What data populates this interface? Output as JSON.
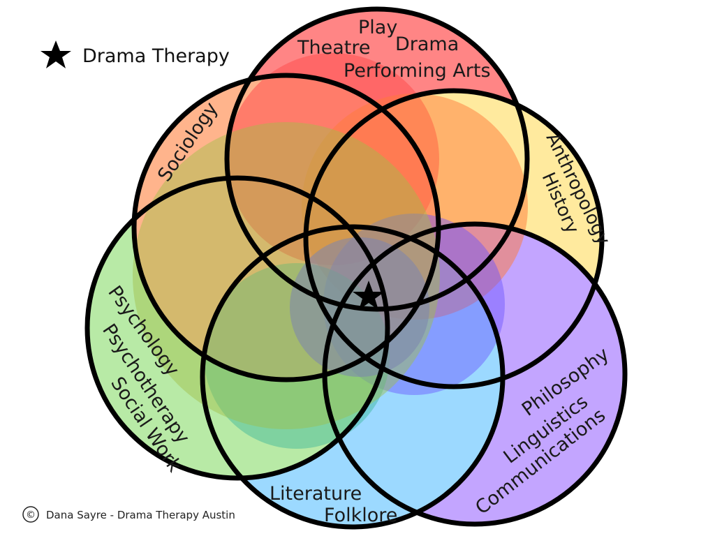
{
  "legend": {
    "label": "Drama Therapy",
    "marker_icon": "star-icon"
  },
  "credit": {
    "symbol": "©",
    "text": "Dana Sayre - Drama Therapy Austin"
  },
  "circles": [
    {
      "name": "arts",
      "color": "#ff8585",
      "labels": [
        "Play",
        "Theatre",
        "Drama",
        "Performing Arts"
      ]
    },
    {
      "name": "anthropology",
      "color": "#ffea9e",
      "labels": [
        "Anthropology",
        "History"
      ]
    },
    {
      "name": "philosophy",
      "color": "#c3a5ff",
      "labels": [
        "Philosophy",
        "Linguistics",
        "Communications"
      ]
    },
    {
      "name": "literature",
      "color": "#9cd9ff",
      "labels": [
        "Literature",
        "Folklore"
      ]
    },
    {
      "name": "psychology",
      "color": "#b8eaa6",
      "labels": [
        "Psychology",
        "Psychotherapy",
        "Social Work"
      ]
    },
    {
      "name": "sociology",
      "color": "#ffb48c",
      "labels": [
        "Sociology"
      ]
    }
  ],
  "center_marker_icon": "star-icon"
}
